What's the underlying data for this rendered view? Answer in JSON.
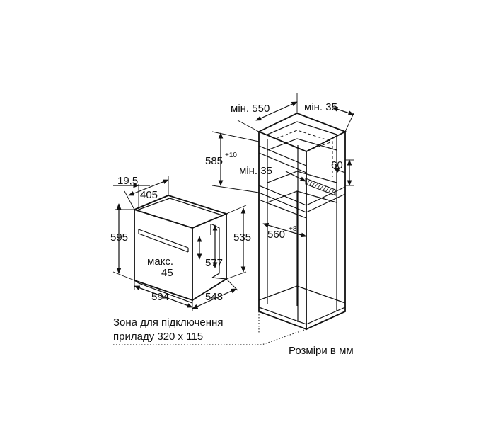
{
  "labels": {
    "min_550": "мін. 550",
    "min_35_top": "мін. 35",
    "d585": "585",
    "d585_sup": "+10",
    "min_35_mid": "мін. 35",
    "d60": "60",
    "d560": "560",
    "d560_sup": "+8",
    "d19_5": "19,5",
    "d405": "405",
    "d595": "595",
    "d535": "535",
    "maks": "макс.",
    "d45": "45",
    "d577": "577",
    "d594": "594",
    "d548": "548",
    "zone_line1": "Зона для підключення",
    "zone_line2": "приладу 320 x 115",
    "units": "Розміри в мм"
  }
}
